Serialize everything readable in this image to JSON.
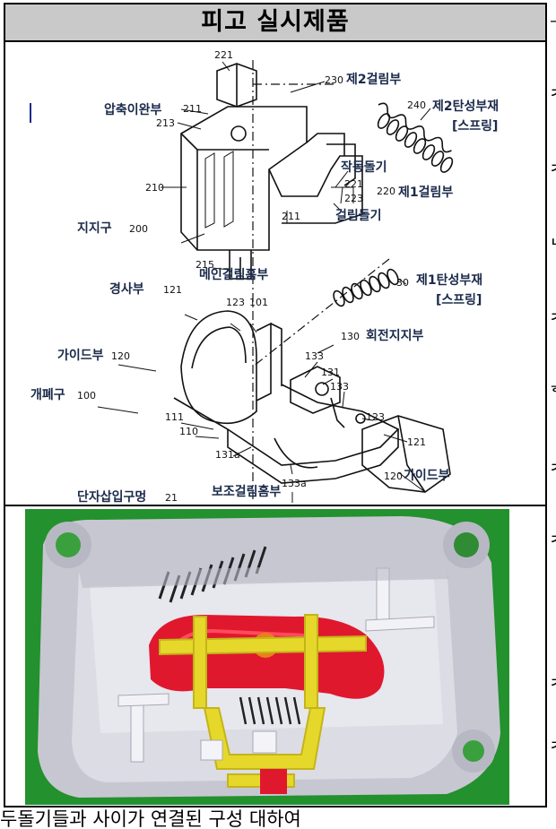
{
  "header": {
    "title": "피고 실시제품"
  },
  "drawing_labels": {
    "n221_top": "221",
    "n230": "230",
    "second_catch": "제2걸림부",
    "compression_release": "압축이완부",
    "n211a": "211",
    "n213": "213",
    "n240": "240",
    "second_elastic": "제2탄성부재",
    "spring_a": "[스프링]",
    "operating_protrusion": "작동돌기",
    "n221b": "221",
    "n220": "220",
    "first_catch": "제1걸림부",
    "n223": "223",
    "n210": "210",
    "n211b": "211",
    "catch_protrusion": "걸림돌기",
    "support_label": "지지구",
    "n200": "200",
    "n215": "215",
    "n30": "30",
    "first_elastic": "제1탄성부재",
    "spring_b": "[스프링]",
    "slope_part": "경사부",
    "n121a": "121",
    "main_catch_groove": "메인걸림홈부",
    "n123a": "123",
    "n101": "101",
    "n130": "130",
    "rotation_support": "회전지지부",
    "guide_part_a": "가이드부",
    "n120a": "120",
    "n133a": "133",
    "n131": "131",
    "n133b": "133",
    "open_close": "개폐구",
    "n100": "100",
    "n111": "111",
    "n110": "110",
    "n123b": "123",
    "n131a": "131a",
    "n121b": "121",
    "n133a_sub": "133a",
    "n120b": "120",
    "guide_part_b": "가이드부",
    "aux_catch_groove": "보조걸림홈부",
    "terminal_hole": "단자삽입구멍",
    "n21": "21"
  },
  "side_chars": [
    "ᆛ",
    "ᄌ",
    "ᄌ",
    "ᄔ",
    "ᄌ",
    "ᄒ",
    "ᄌ",
    "ᄌ",
    "ᄌ",
    "ᄌ"
  ],
  "bottom_text": "두돌기들과 사이가 연결된 구성 대하여 "
}
